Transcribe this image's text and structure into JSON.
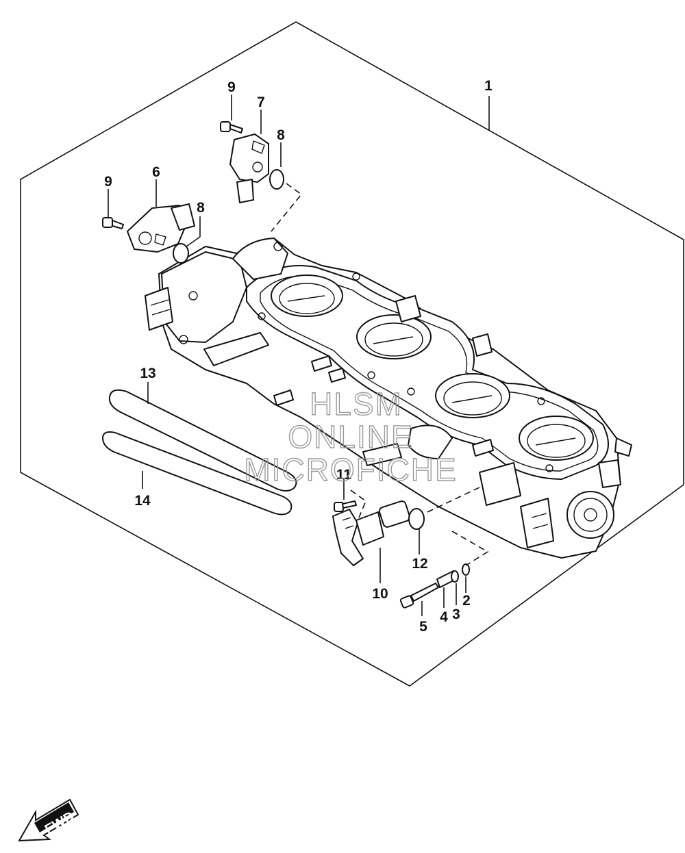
{
  "diagram": {
    "callouts": [
      "1",
      "2",
      "3",
      "4",
      "5",
      "6",
      "7",
      "8",
      "8",
      "9",
      "9",
      "10",
      "11",
      "12",
      "13",
      "14"
    ],
    "watermark": [
      "HLSM",
      "ONLINE",
      "MICROFICHE"
    ],
    "direction_badge": "FWD"
  },
  "colors": {
    "line": "#111111",
    "background": "#ffffff",
    "watermark": "#9a9a9a"
  }
}
